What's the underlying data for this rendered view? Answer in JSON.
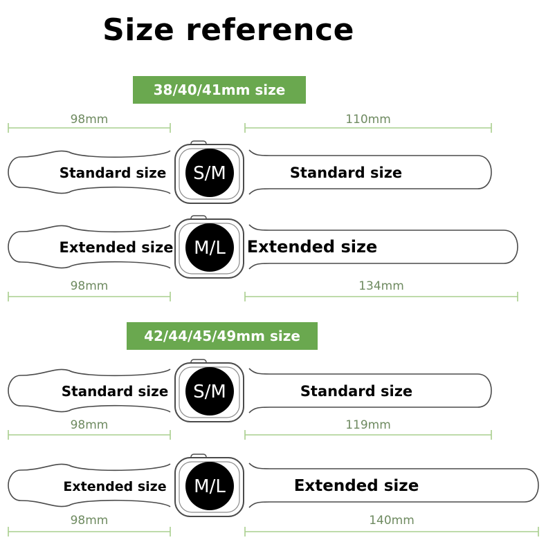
{
  "title": "Size reference",
  "colors": {
    "accent": "#6aa84f",
    "dimension_line": "#a8cf8e",
    "dimension_text": "#6e8a60",
    "outline": "#4a4a4a"
  },
  "groups": [
    {
      "label": "38/40/41mm size",
      "rows": [
        {
          "left_label": "Standard size",
          "face": "S/M",
          "right_label": "Standard size",
          "left_length": "98mm",
          "right_length": "110mm",
          "dims_position": "above"
        },
        {
          "left_label": "Extended size",
          "face": "M/L",
          "right_label": "Extended size",
          "left_length": "98mm",
          "right_length": "134mm",
          "dims_position": "below"
        }
      ]
    },
    {
      "label": "42/44/45/49mm size",
      "rows": [
        {
          "left_label": "Standard size",
          "face": "S/M",
          "right_label": "Standard size",
          "left_length": "98mm",
          "right_length": "119mm",
          "dims_position": "below"
        },
        {
          "left_label": "Extended size",
          "face": "M/L",
          "right_label": "Extended size",
          "left_length": "98mm",
          "right_length": "140mm",
          "dims_position": "below"
        }
      ]
    }
  ]
}
